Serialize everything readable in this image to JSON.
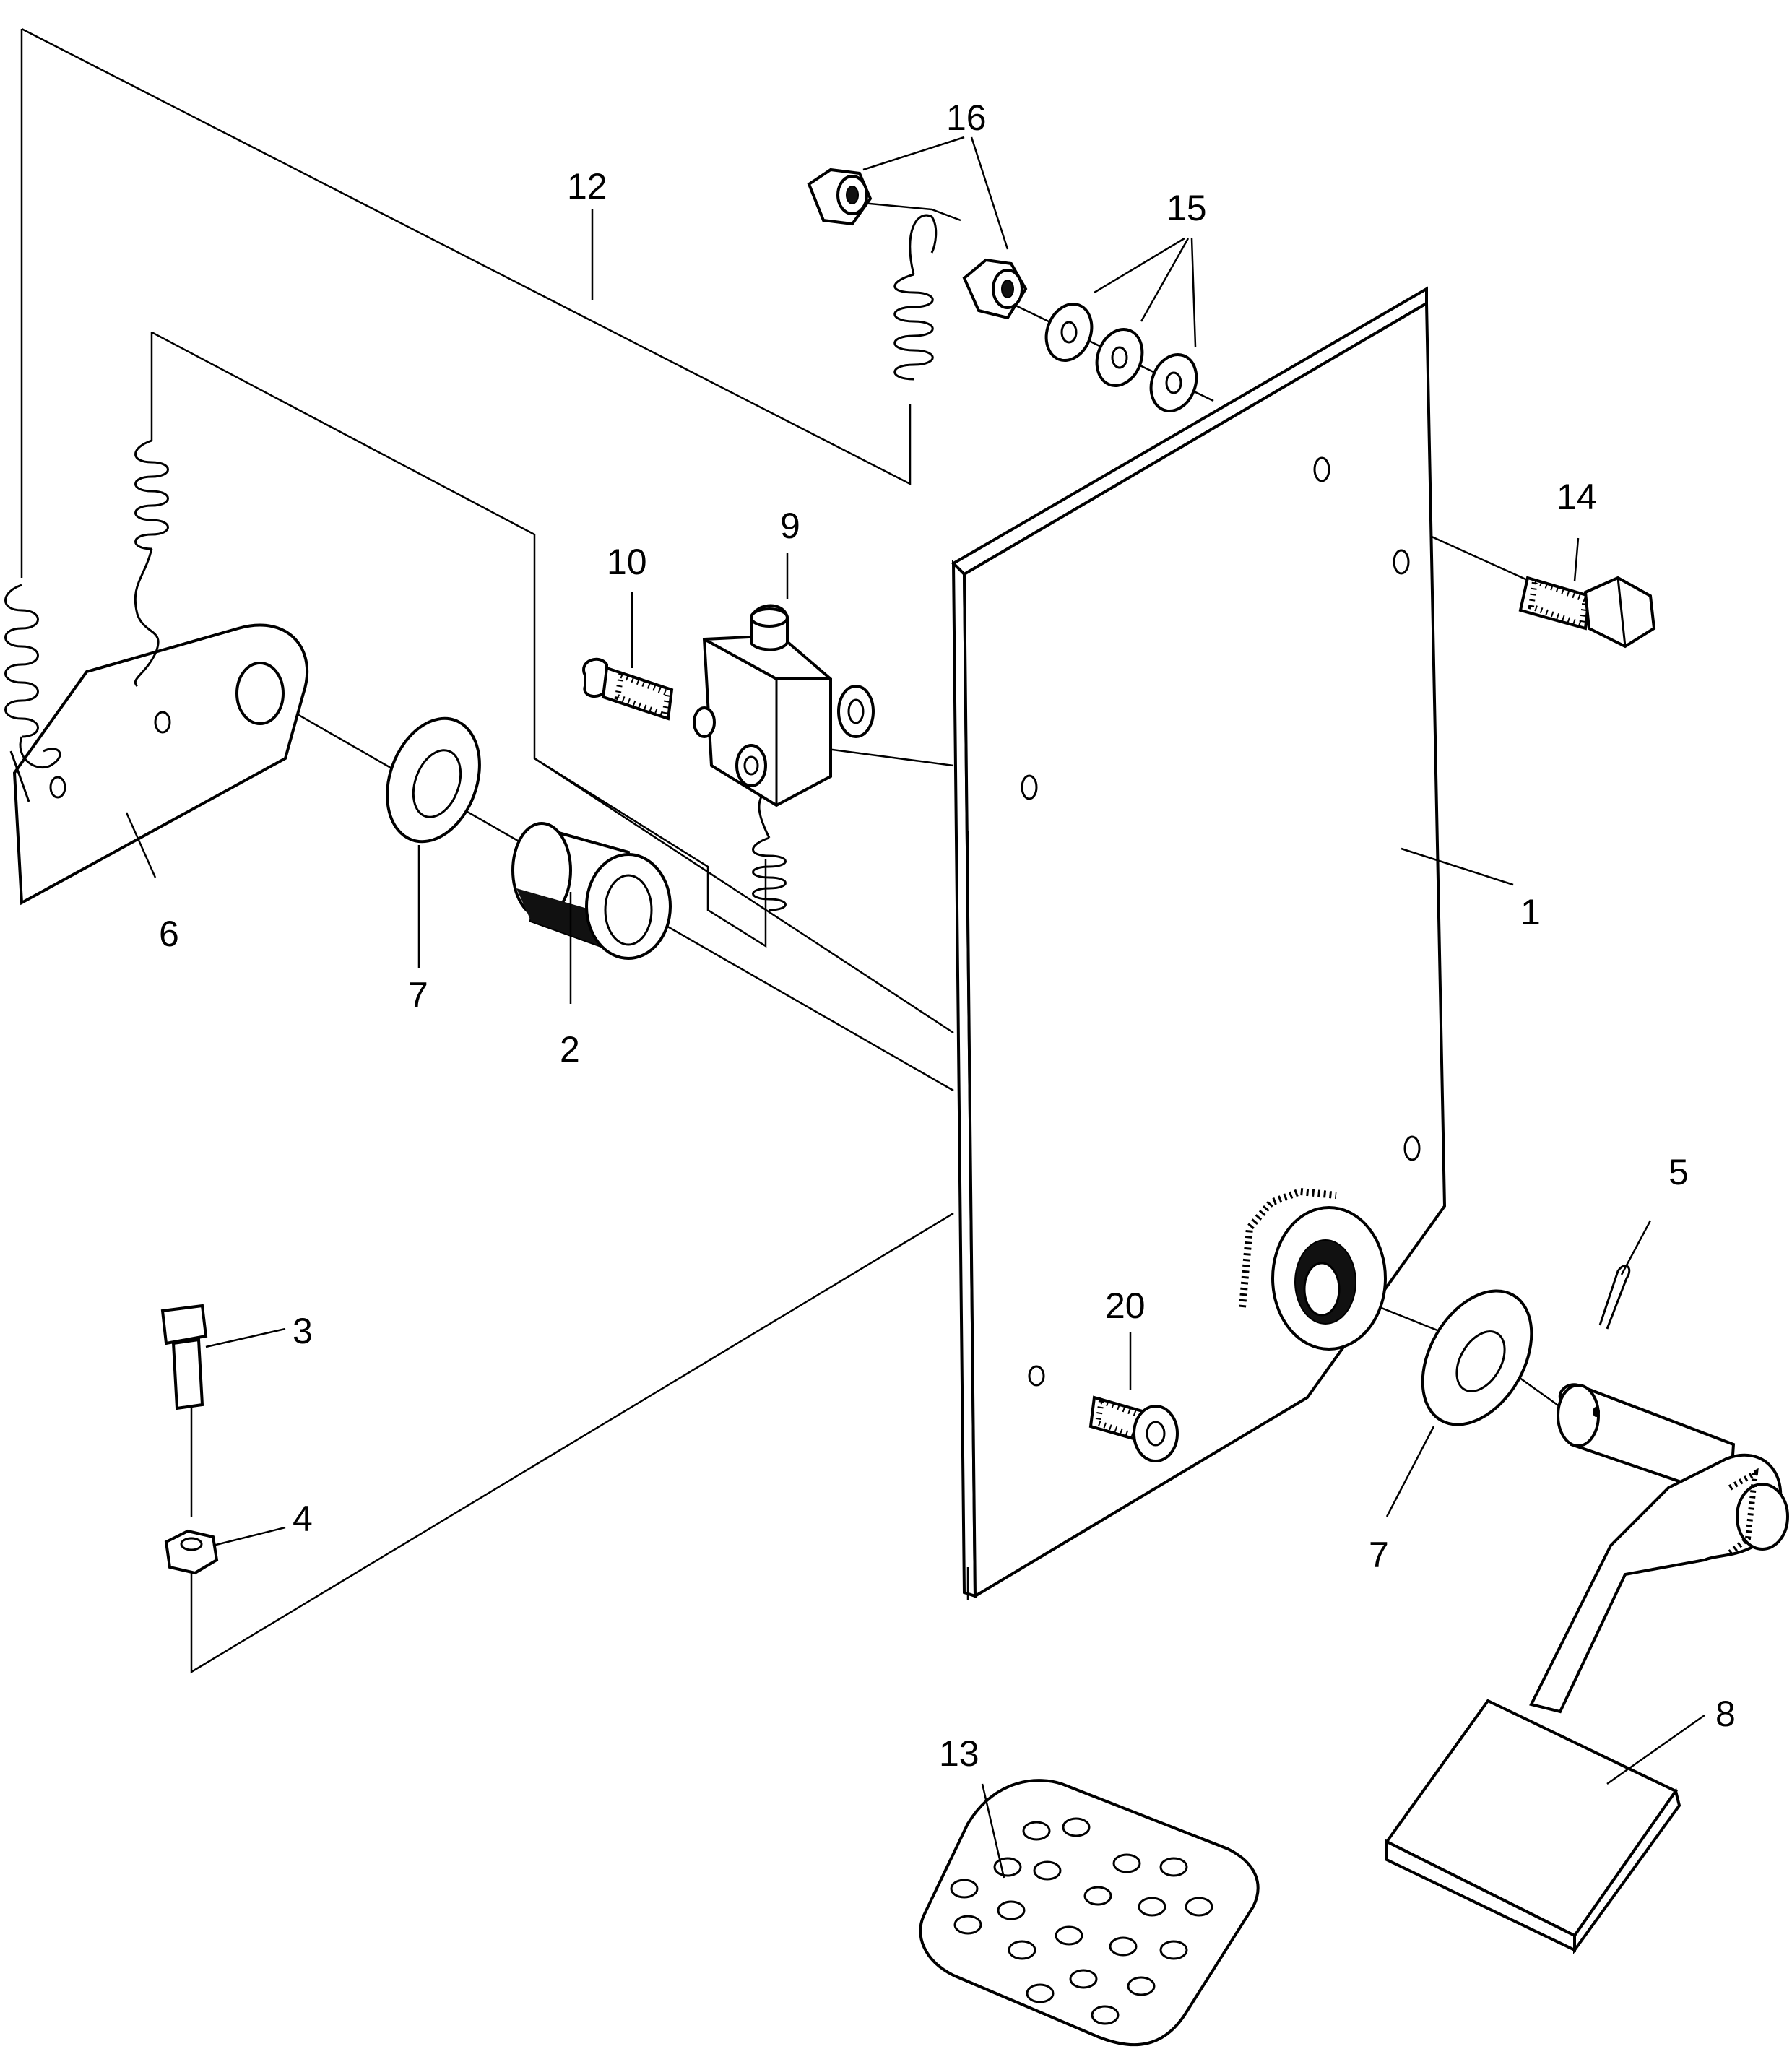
{
  "labels": {
    "part_1": "1",
    "part_2": "2",
    "part_3": "3",
    "part_4": "4",
    "part_5": "5",
    "part_6": "6",
    "part_7_upper": "7",
    "part_7_lower": "7",
    "part_8": "8",
    "part_9": "9",
    "part_10": "10",
    "part_12": "12",
    "part_13": "13",
    "part_14": "14",
    "part_15": "15",
    "part_16": "16",
    "part_20": "20"
  }
}
